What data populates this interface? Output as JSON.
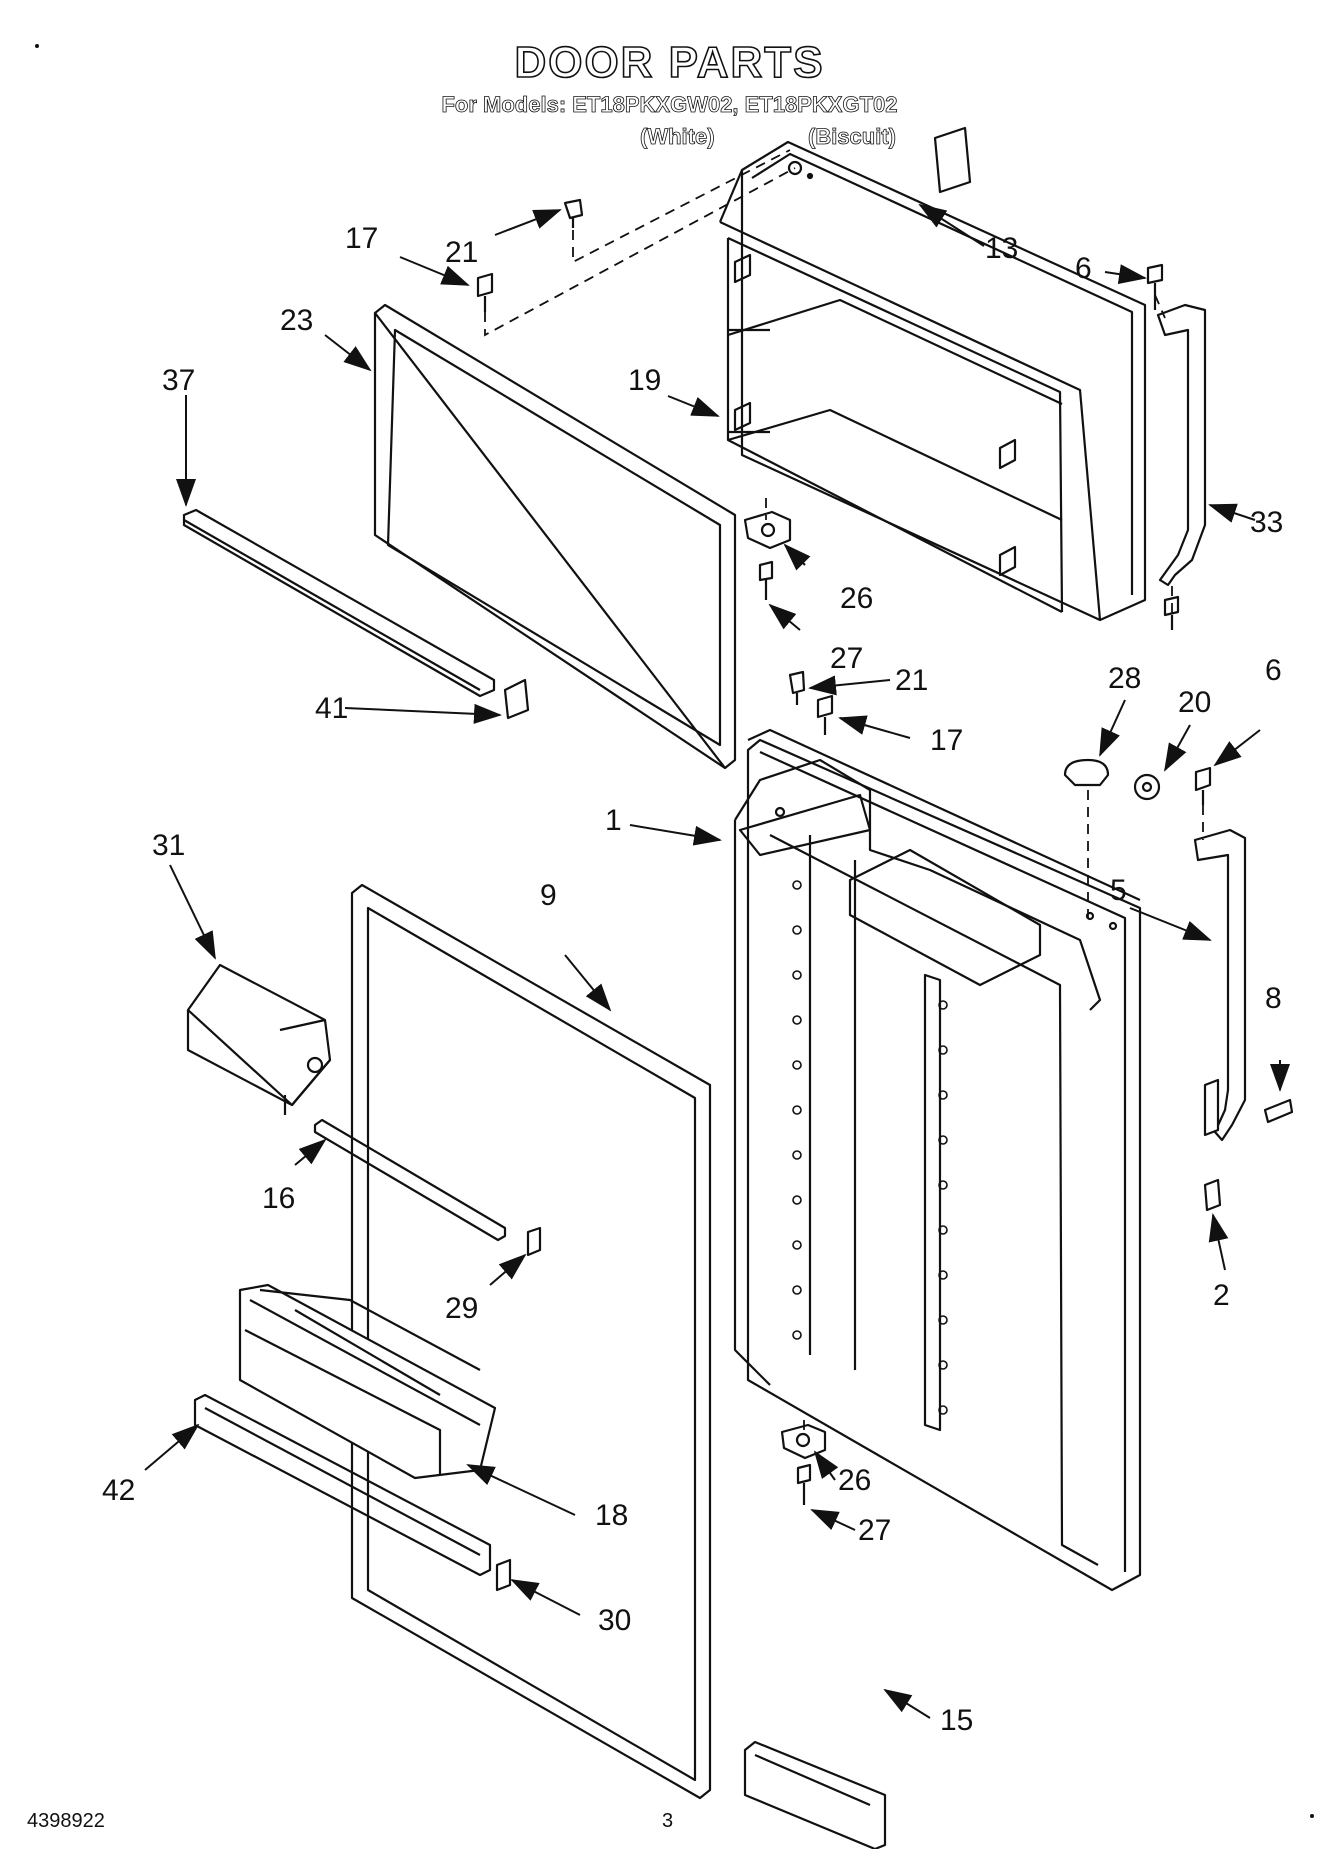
{
  "header": {
    "title": "DOOR PARTS",
    "models": "For Models: ET18PKXGW02, ET18PKXGT02",
    "color_white": "(White)",
    "color_biscuit": "(Biscuit)"
  },
  "callouts": [
    {
      "key": "c13",
      "label": "13"
    },
    {
      "key": "c6a",
      "label": "6"
    },
    {
      "key": "c17a",
      "label": "17"
    },
    {
      "key": "c21a",
      "label": "21"
    },
    {
      "key": "c23",
      "label": "23"
    },
    {
      "key": "c37",
      "label": "37"
    },
    {
      "key": "c19",
      "label": "19"
    },
    {
      "key": "c33",
      "label": "33"
    },
    {
      "key": "c26a",
      "label": "26"
    },
    {
      "key": "c27a",
      "label": "27"
    },
    {
      "key": "c41",
      "label": "41"
    },
    {
      "key": "c21b",
      "label": "21"
    },
    {
      "key": "c17b",
      "label": "17"
    },
    {
      "key": "c28",
      "label": "28"
    },
    {
      "key": "c20",
      "label": "20"
    },
    {
      "key": "c6b",
      "label": "6"
    },
    {
      "key": "c1",
      "label": "1"
    },
    {
      "key": "c31",
      "label": "31"
    },
    {
      "key": "c9",
      "label": "9"
    },
    {
      "key": "c5",
      "label": "5"
    },
    {
      "key": "c8",
      "label": "8"
    },
    {
      "key": "c16",
      "label": "16"
    },
    {
      "key": "c29",
      "label": "29"
    },
    {
      "key": "c2",
      "label": "2"
    },
    {
      "key": "c42",
      "label": "42"
    },
    {
      "key": "c18",
      "label": "18"
    },
    {
      "key": "c26b",
      "label": "26"
    },
    {
      "key": "c27b",
      "label": "27"
    },
    {
      "key": "c30",
      "label": "30"
    },
    {
      "key": "c15",
      "label": "15"
    }
  ],
  "footer": {
    "doc_number": "4398922",
    "page_number": "3"
  }
}
